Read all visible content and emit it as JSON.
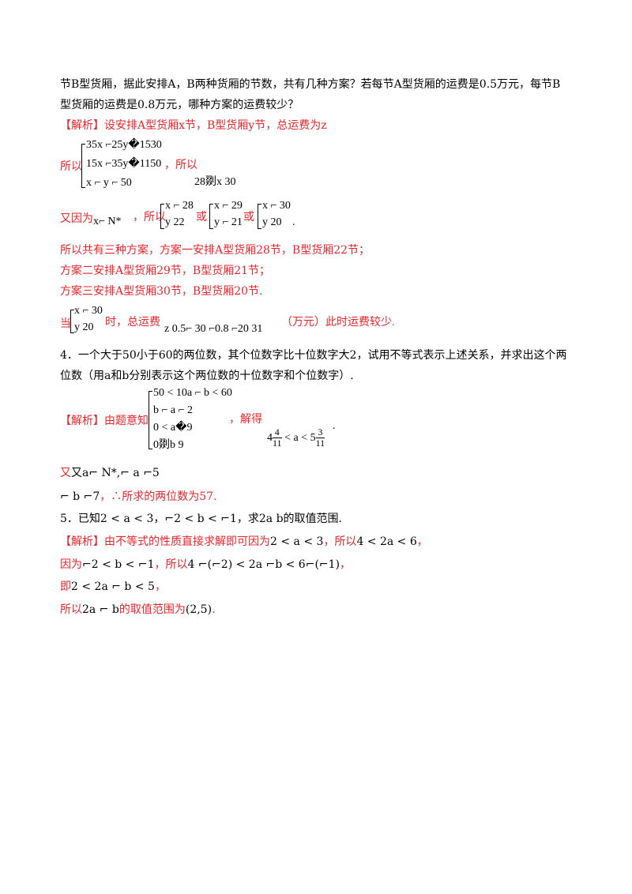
{
  "intro": {
    "line1": "节B型货厢，据此安排A，B两种货厢的节数，共有几种方案？若每节A型货厢的运费是0.5万元，每节B",
    "line2": "型货厢的运费是0.8万元，哪种方案的运费较少？"
  },
  "sol3": {
    "head": "【解析】设安排A型货厢x节，B型货厢y节，总运费为z",
    "sys1": [
      "35x ⌐25y�1530",
      "15x ⌐35y�1150",
      "x ⌐ y ⌐ 50"
    ],
    "sys_prefix": "所以",
    "sys_suffix": "，所以",
    "range": "28剟x  30",
    "natural_prefix": "又因为",
    "natural_cond": "x⌐  N*",
    "natural_mid": "，所以",
    "case1": [
      "x ⌐ 28",
      "y   22"
    ],
    "or1": "或",
    "case2": [
      "x ⌐ 29",
      "y ⌐ 21"
    ],
    "or2": "或",
    "case3": [
      "x ⌐ 30",
      "y   20"
    ],
    "end_dot": ".",
    "l1": "所以共有三种方案，方案一安排A型货厢28节，B型货厢22节；",
    "l2": "方案二安排A型货厢29节，B型货厢21节；",
    "l3": "方案三安排A型货厢30节，B型货厢20节.",
    "when_prefix": "当",
    "when_case": [
      "x ⌐ 30",
      "y   20"
    ],
    "when_mid": "时，总运费",
    "cost_expr": "z   0.5⌐ 30 ⌐0.8 ⌐20   31",
    "when_end": "（万元）此时运费较少."
  },
  "q4": {
    "l1": "4．一个大于50小于60的两位数，其个位数字比十位数字大2，试用不等式表示上述关系，并求出这个两",
    "l2": "位数（用a和b分别表示这个两位数的十位数字和个位数字）.",
    "sol_prefix": "【解析】由题意知",
    "sys": [
      "50 < 10a ⌐ b < 60",
      "b ⌐ a ⌐ 2",
      "0 < a�9",
      "0剟b   9"
    ],
    "solve": "，解得",
    "res_int1": "4",
    "res_num1": "4",
    "res_den1": "11",
    "res_mid": "< a < 5",
    "res_num2": "3",
    "res_den2": "11",
    "res_dot": ".",
    "l_again": "又a⌐ N*,⌐ a ⌐5",
    "l_final_b": "⌐ b ⌐7",
    "l_final_text": "，∴所求的两位数为57."
  },
  "q5": {
    "l1_pre": "5．已知",
    "l1_expr1": "2 < a < 3",
    "l1_sep": "，",
    "l1_expr2": "⌐2 < b < ⌐1",
    "l1_mid": "，求",
    "l1_expr3": "2a   b",
    "l1_end": "的取值范围.",
    "s1_pre": "【解析】由不等式的性质直接求解即可因为",
    "s1_expr": "2 < a < 3",
    "s1_mid": "，所以",
    "s1_expr2": "4 < 2a < 6",
    "s1_end": "，",
    "s2_pre": "因为",
    "s2_expr": "⌐2 < b < ⌐1",
    "s2_mid": "，所以",
    "s2_expr2": "4 ⌐(⌐2) < 2a ⌐b < 6⌐(⌐1)",
    "s2_end": "，",
    "s3_pre": "即",
    "s3_expr": "2 < 2a ⌐ b < 5",
    "s3_end": "，",
    "s4_pre": "所以",
    "s4_expr": "2a ⌐ b",
    "s4_mid": "的取值范围为",
    "s4_expr2": "(2,5)",
    "s4_end": "."
  }
}
